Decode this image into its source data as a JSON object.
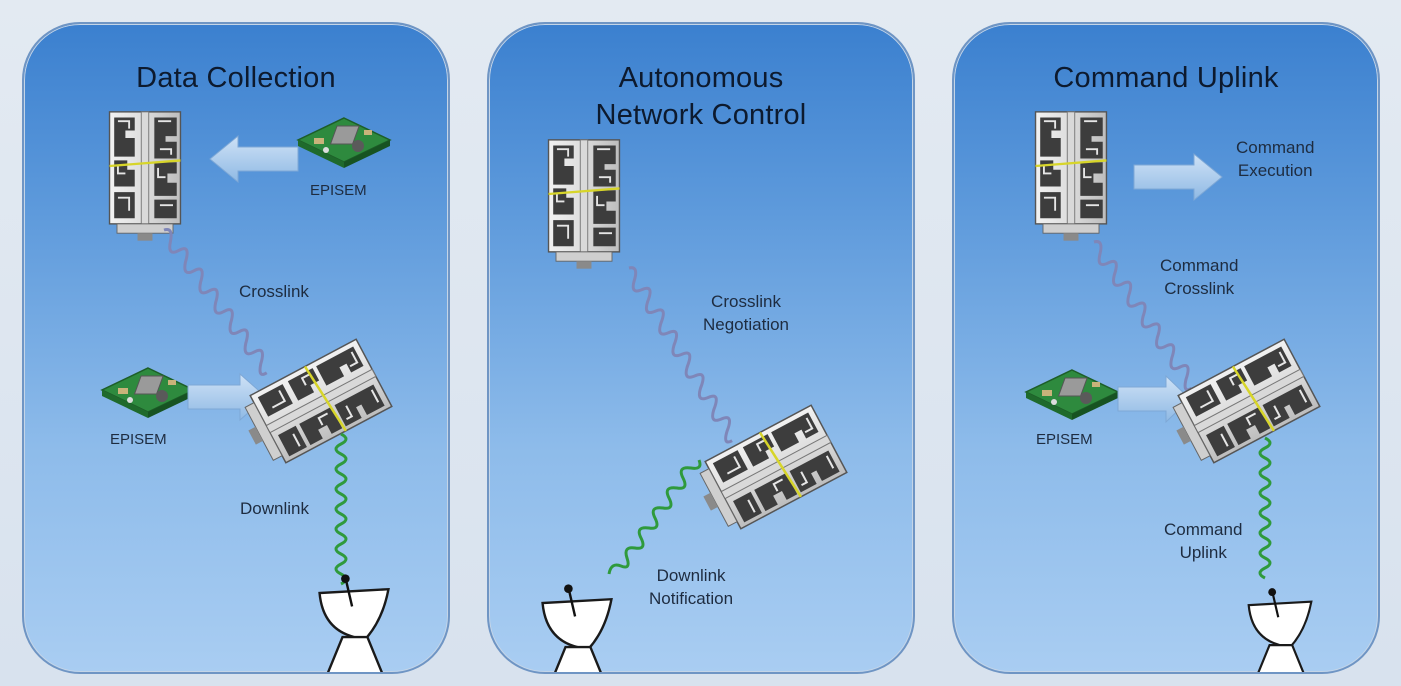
{
  "panels": [
    {
      "title_lines": [
        "Data Collection"
      ],
      "labels": {
        "episem_top": "EPISEM",
        "crosslink": "Crosslink",
        "episem_left": "EPISEM",
        "downlink": "Downlink"
      },
      "icons": [
        "satellite-upright-icon",
        "left-arrow-icon",
        "circuit-board-icon",
        "wavy-link-icon",
        "circuit-board-icon",
        "right-arrow-icon",
        "satellite-tilted-icon",
        "wavy-link-icon",
        "ground-station-dish-icon"
      ]
    },
    {
      "title_lines": [
        "Autonomous",
        "Network Control"
      ],
      "labels": {
        "crosslink_1": "Crosslink",
        "crosslink_2": "Negotiation",
        "downlink_1": "Downlink",
        "downlink_2": "Notification"
      },
      "icons": [
        "satellite-upright-icon",
        "wavy-link-icon",
        "satellite-tilted-icon",
        "wavy-link-icon",
        "ground-station-dish-icon"
      ]
    },
    {
      "title_lines": [
        "Command Uplink"
      ],
      "labels": {
        "exec_1": "Command",
        "exec_2": "Execution",
        "crosslink_1": "Command",
        "crosslink_2": "Crosslink",
        "episem": "EPISEM",
        "uplink_1": "Command",
        "uplink_2": "Uplink"
      },
      "icons": [
        "satellite-upright-icon",
        "right-arrow-icon",
        "wavy-link-icon",
        "circuit-board-icon",
        "right-arrow-icon",
        "satellite-tilted-icon",
        "wavy-link-icon",
        "ground-station-dish-icon"
      ]
    }
  ],
  "colors": {
    "crosslink_wave": "#7f86b8",
    "downlink_wave": "#2f9a3c",
    "arrow_fill": "#a8ccee",
    "board_green": "#2e8a3e"
  }
}
